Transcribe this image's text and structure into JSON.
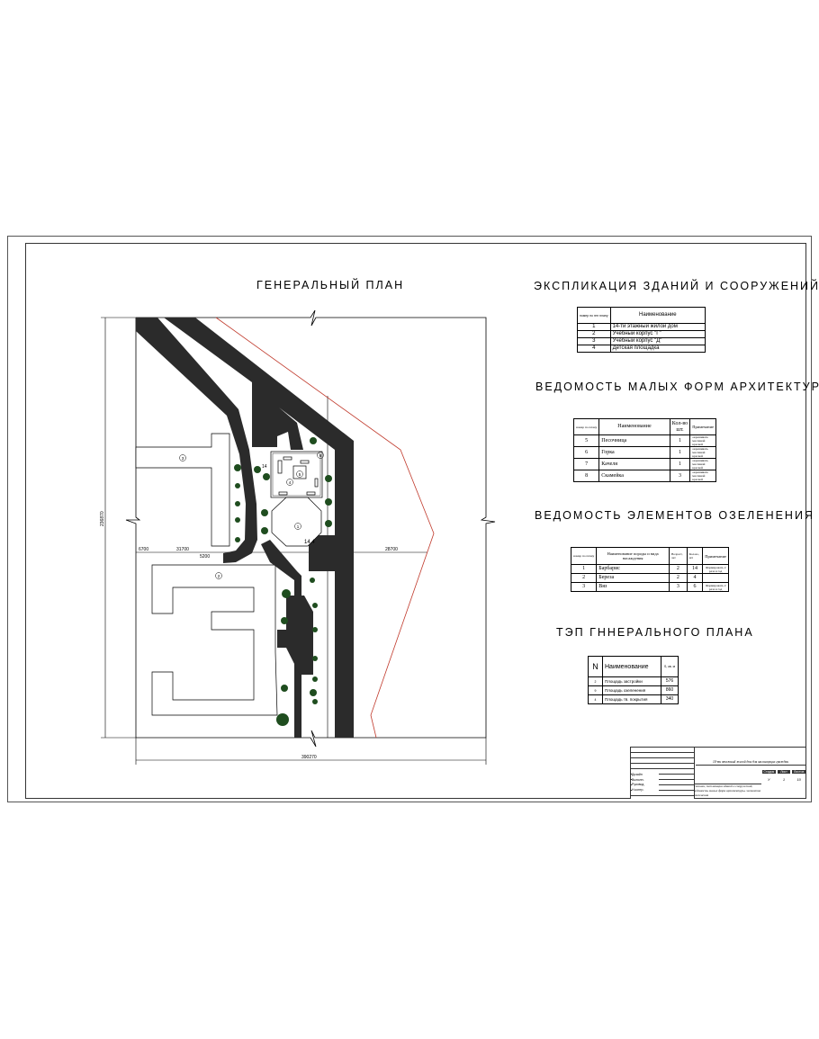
{
  "plan": {
    "title": "ГЕНЕРАЛЬНЫЙ ПЛАН",
    "dimensions": {
      "overall_width": "390270",
      "overall_height": "236870",
      "segments": [
        "6700",
        "31700",
        "5200",
        "28700"
      ],
      "small": "14",
      "near_court": "14.4"
    },
    "markers": [
      "1",
      "2",
      "3",
      "4",
      "5",
      "6"
    ]
  },
  "buildings_table": {
    "title": "ЭКСПЛИКАЦИЯ ЗДАНИЙ И СООРУЖЕНИЙ",
    "headers": [
      "номер по ген плану",
      "Наименование"
    ],
    "rows": [
      [
        "1",
        "14-ти этажный жилой дом"
      ],
      [
        "2",
        "Учебный корпус \"Г\""
      ],
      [
        "3",
        "Учебный корпус \"Д\""
      ],
      [
        "4",
        "Детская площадка"
      ]
    ]
  },
  "small_forms_table": {
    "title": "ВЕДОМОСТЬ МАЛЫХ ФОРМ АРХИТЕКТУРЫ",
    "headers": [
      "номер по плану",
      "Наименование",
      "Кол-во шт.",
      "Примечание"
    ],
    "rows": [
      [
        "5",
        "Песочница",
        "1",
        "окрашивать масляной краской"
      ],
      [
        "6",
        "Горка",
        "1",
        "окрашивать масляной краской"
      ],
      [
        "7",
        "Качеля",
        "1",
        "окрашивать масляной краской"
      ],
      [
        "8",
        "Скамейка",
        "3",
        "окрашивать масляной краской"
      ]
    ]
  },
  "greenery_table": {
    "title": "ВЕДОМОСТЬ ЭЛЕМЕНТОВ ОЗЕЛЕНЕНИЯ",
    "headers": [
      "номер по плану",
      "Наименование породы и вида насаждения",
      "Возраст, лет",
      "Кол-во, шт",
      "Примечание"
    ],
    "rows": [
      [
        "1",
        "Барбарис",
        "2",
        "14",
        "Формировать 2 раза в год"
      ],
      [
        "2",
        "Береза",
        "2",
        "4",
        ""
      ],
      [
        "3",
        "Вяз",
        "3",
        "6",
        "Формировать 2 раза в год"
      ]
    ]
  },
  "tep_table": {
    "title": "ТЭП ГННЕРАЛЬНОГО ПЛАНА",
    "headers": [
      "N",
      "Наименование",
      "S, кв. м"
    ],
    "rows": [
      [
        "2",
        "Площадь застройки",
        "576"
      ],
      [
        "9",
        "Площадь озеленения",
        "860"
      ],
      [
        "4",
        "Площадь тв. покрытия",
        "340"
      ]
    ]
  },
  "title_block": {
    "project": "14-ти этажный жилой дом для малоимущих граждан",
    "sheet_name": "Генплан, экспликация зданий и сооружений, ведомость малых форм архитектуры, элементов озеленения",
    "roles": [
      "Дизайн",
      "Выполн.",
      "Руковод.",
      "Н.контр."
    ],
    "stage_headers": [
      "Стадия",
      "Лист",
      "Листов"
    ],
    "stage_values": [
      "У",
      "1",
      "10"
    ]
  },
  "colors": {
    "road": "#2b2b2b",
    "tree": "#1f4d1f",
    "boundary": "#c0392b"
  }
}
